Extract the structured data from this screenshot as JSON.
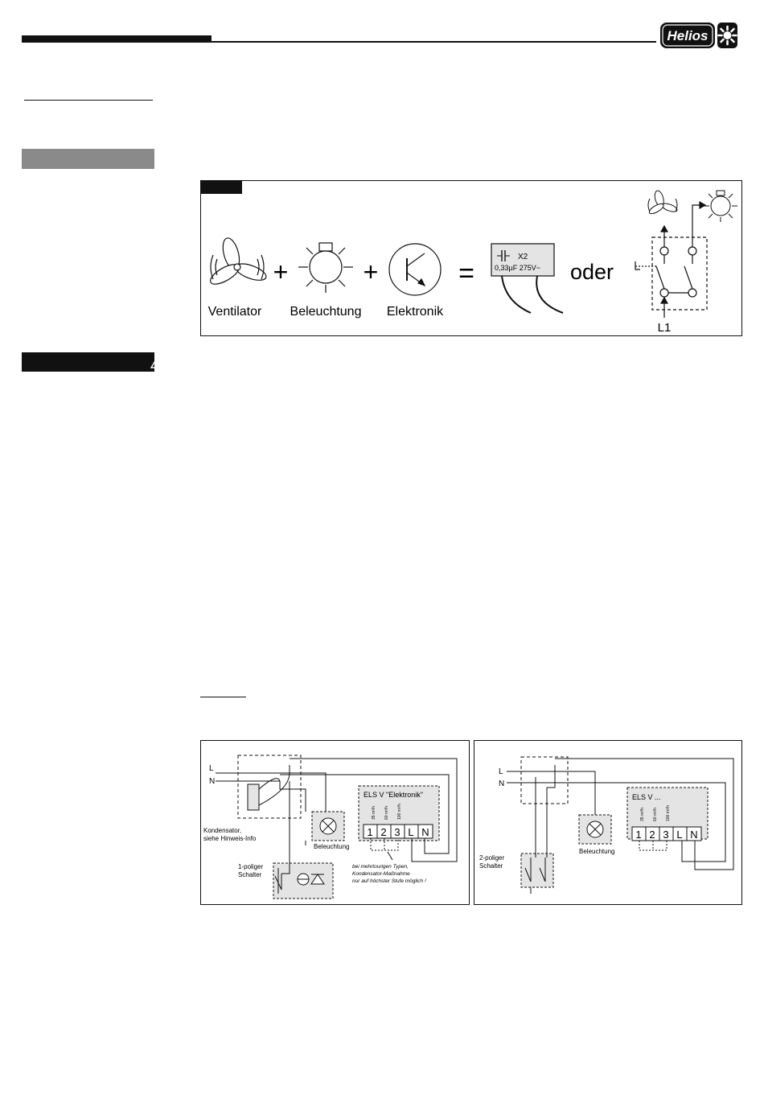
{
  "header": {
    "brand": "Helios"
  },
  "figure1": {
    "labels": {
      "ventilator": "Ventilator",
      "beleuchtung": "Beleuchtung",
      "elektronik": "Elektronik",
      "capacitor_type": "X2",
      "capacitor_value": "0,33µF 275V~",
      "oder": "oder",
      "phase": "L1"
    },
    "operators": [
      "+",
      "+",
      "="
    ]
  },
  "wiring1": {
    "line_l": "L",
    "line_n": "N",
    "capacitor_note_1": "Kondensator,",
    "capacitor_note_2": "siehe Hinweis-Info",
    "lamp_label": "Beleuchtung",
    "switch_label_1": "1-poliger",
    "switch_label_2": "Schalter",
    "unit_title": "ELS V \"Elektronik\"",
    "speed_labels": [
      "35 m³/h",
      "60 m³/h",
      "100 m³/h"
    ],
    "terminals": [
      "1",
      "2",
      "3",
      "L",
      "N"
    ],
    "footnote_1": "bei mehrtourigen Typen,",
    "footnote_2": "Kondensator-Maßnahme",
    "footnote_3": "nur auf höchster Stufe möglich !"
  },
  "wiring2": {
    "line_l": "L",
    "line_n": "N",
    "lamp_label": "Beleuchtung",
    "switch_label_1": "2-poliger",
    "switch_label_2": "Schalter",
    "unit_title": "ELS V ...",
    "speed_labels": [
      "35 m³/h",
      "60 m³/h",
      "100 m³/h"
    ],
    "terminals": [
      "1",
      "2",
      "3",
      "L",
      "N"
    ]
  },
  "colors": {
    "ink": "#111111",
    "side_gray": "#8a8a8a",
    "box_fill": "#e4e4e4"
  }
}
